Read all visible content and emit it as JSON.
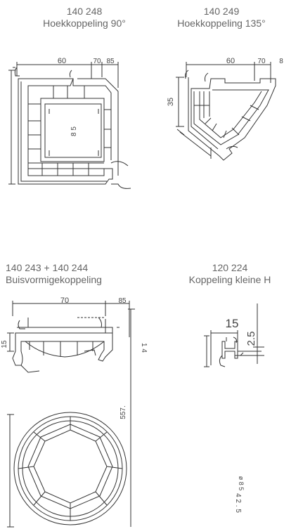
{
  "parts": [
    {
      "code": "140 248",
      "name": "Hoekkoppeling 90°"
    },
    {
      "code": "140 249",
      "name": "Hoekkoppeling 135°"
    },
    {
      "code": "140 243 + 140 244",
      "name": "Buisvormigekoppeling"
    },
    {
      "code": "120 224",
      "name": "Koppeling kleine H"
    }
  ],
  "dims": {
    "p1": {
      "w60": "60",
      "w70": "70",
      "w85": "85",
      "v85": "8 5"
    },
    "p2": {
      "w60": "60",
      "w70": "70",
      "w8": "8",
      "h35": "35"
    },
    "p3": {
      "w70": "70",
      "w85": "85",
      "h15": "15",
      "r14": "1 4",
      "h557": "557."
    },
    "p4": {
      "w15": "15",
      "h25": "2.5",
      "d85": "ø 8 5",
      "d425": "4 2 . 5"
    }
  }
}
